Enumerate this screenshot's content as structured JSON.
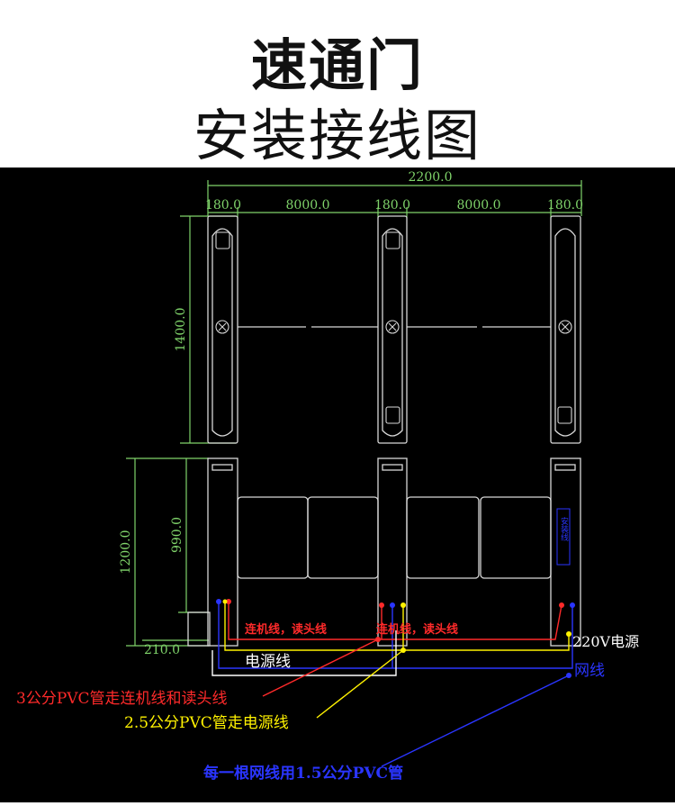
{
  "header": {
    "title": "速通门",
    "subtitle": "安装接线图"
  },
  "dimensions": {
    "overall_width": "2200.0",
    "post_left": "180.0",
    "post_mid": "180.0",
    "post_right": "180.0",
    "span_left": "8000.0",
    "span_right": "8000.0",
    "top_height": "1400.0",
    "front_height": "1200.0",
    "front_inner": "990.0",
    "base": "210.0"
  },
  "labels": {
    "right_post_text": "安装线",
    "wire_left": "连机线，读头线",
    "wire_mid": "连机线，读头线",
    "power_220v": "220V电源",
    "power_line": "电源线",
    "network_line": "网线",
    "pvc_3cm": "3公分PVC管走连机线和读头线",
    "pvc_25cm": "2.5公分PVC管走电源线",
    "pvc_15cm": "每一根网线用1.5公分PVC管"
  },
  "colors": {
    "dim": "#7fd36a",
    "line": "#d8d8d8",
    "red": "#ff2a2a",
    "yellow": "#fff200",
    "blue": "#2a35ff",
    "white": "#ffffff"
  }
}
